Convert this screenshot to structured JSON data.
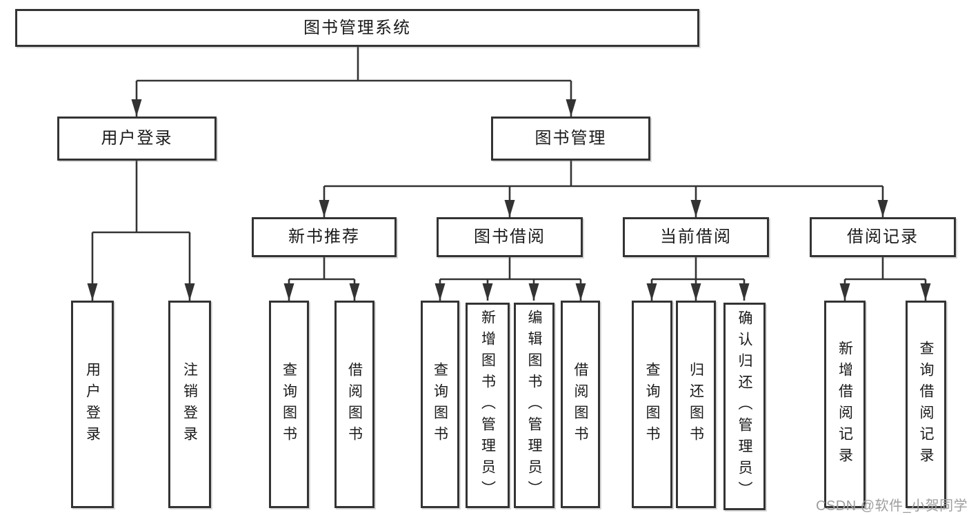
{
  "colors": {
    "background": "#ffffff",
    "border": "#333333",
    "line": "#333333",
    "text": "#1a1a1a",
    "watermark": "#9e9e9e"
  },
  "watermark": "CSDN @软件_小贺同学",
  "root": {
    "label": "图书管理系统"
  },
  "level2": [
    {
      "label": "用户登录"
    },
    {
      "label": "图书管理"
    }
  ],
  "level3": [
    {
      "label": "新书推荐",
      "parent": "图书管理"
    },
    {
      "label": "图书借阅",
      "parent": "图书管理"
    },
    {
      "label": "当前借阅",
      "parent": "图书管理"
    },
    {
      "label": "借阅记录",
      "parent": "图书管理"
    }
  ],
  "leaves": [
    {
      "label": "用户登录",
      "parent": "用户登录"
    },
    {
      "label": "注销登录",
      "parent": "用户登录"
    },
    {
      "label": "查询图书",
      "parent": "新书推荐"
    },
    {
      "label": "借阅图书",
      "parent": "新书推荐"
    },
    {
      "label": "查询图书",
      "parent": "图书借阅"
    },
    {
      "label": "新增图书（管理员）",
      "parent": "图书借阅"
    },
    {
      "label": "编辑图书（管理员）",
      "parent": "图书借阅"
    },
    {
      "label": "借阅图书",
      "parent": "图书借阅"
    },
    {
      "label": "查询图书",
      "parent": "当前借阅"
    },
    {
      "label": "归还图书",
      "parent": "当前借阅"
    },
    {
      "label": "确认归还（管理员）",
      "parent": "当前借阅"
    },
    {
      "label": "新增借阅记录",
      "parent": "借阅记录"
    },
    {
      "label": "查询借阅记录",
      "parent": "借阅记录"
    }
  ]
}
